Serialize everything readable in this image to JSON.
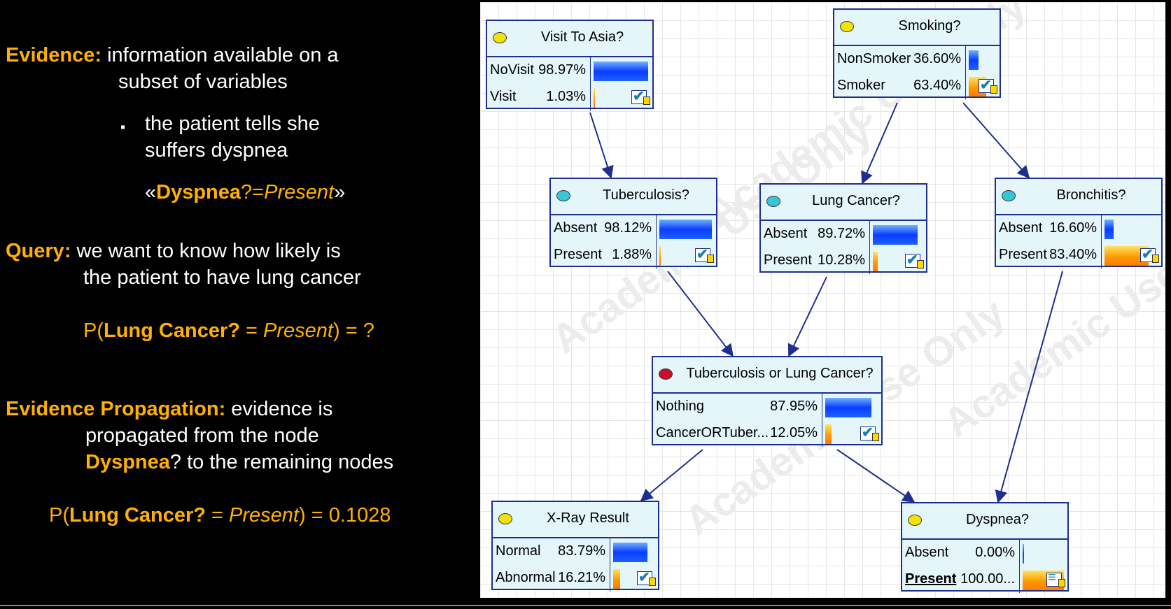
{
  "left": {
    "evidence_label": "Evidence:",
    "evidence_text_1": "information available on a",
    "evidence_text_2": "subset of variables",
    "bullet_char": "▪",
    "bullet_text_1": "the patient tells she",
    "bullet_text_2": "suffers dyspnea",
    "ev_open": "«",
    "ev_var": "Dyspnea",
    "ev_q": "?=",
    "ev_val": "Present",
    "ev_close": "»",
    "query_label": "Query:",
    "query_text_1": "we want to know how likely is",
    "query_text_2": "the patient to have lung cancer",
    "q_p": "P(",
    "q_var": "Lung Cancer?",
    "q_eq": " = ",
    "q_val": "Present",
    "q_end": ") = ?",
    "prop_label": "Evidence Propagation:",
    "prop_text_1": " evidence is",
    "prop_text_2": "propagated from the node",
    "prop_var": "Dyspnea",
    "prop_text_3": "? to the remaining nodes",
    "r_p": "P(",
    "r_var": "Lung Cancer?",
    "r_eq": " = ",
    "r_val": "Present",
    "r_end": ") = 0.1028"
  },
  "diagram": {
    "watermark": "Academic Use Only",
    "nodes": [
      {
        "title": "Visit To Asia?",
        "oval_color": "#f1e20a",
        "states": [
          {
            "label": "NoVisit",
            "pct": "98.97%",
            "value": 98.97,
            "color": "blue"
          },
          {
            "label": "Visit",
            "pct": "1.03%",
            "value": 1.03,
            "color": "orange"
          }
        ]
      },
      {
        "title": "Smoking?",
        "oval_color": "#f1e20a",
        "states": [
          {
            "label": "NonSmoker",
            "pct": "36.60%",
            "value": 36.6,
            "color": "blue"
          },
          {
            "label": "Smoker",
            "pct": "63.40%",
            "value": 63.4,
            "color": "orange"
          }
        ]
      },
      {
        "title": "Tuberculosis?",
        "oval_color": "#36c6d6",
        "states": [
          {
            "label": "Absent",
            "pct": "98.12%",
            "value": 98.12,
            "color": "blue"
          },
          {
            "label": "Present",
            "pct": "1.88%",
            "value": 1.88,
            "color": "orange"
          }
        ]
      },
      {
        "title": "Lung Cancer?",
        "oval_color": "#36c6d6",
        "states": [
          {
            "label": "Absent",
            "pct": "89.72%",
            "value": 89.72,
            "color": "blue"
          },
          {
            "label": "Present",
            "pct": "10.28%",
            "value": 10.28,
            "color": "orange"
          }
        ]
      },
      {
        "title": "Bronchitis?",
        "oval_color": "#36c6d6",
        "states": [
          {
            "label": "Absent",
            "pct": "16.60%",
            "value": 16.6,
            "color": "blue"
          },
          {
            "label": "Present",
            "pct": "83.40%",
            "value": 83.4,
            "color": "orange"
          }
        ]
      },
      {
        "title": "Tuberculosis or Lung Cancer?",
        "oval_color": "#c8102e",
        "states": [
          {
            "label": "Nothing",
            "pct": "87.95%",
            "value": 87.95,
            "color": "blue"
          },
          {
            "label": "CancerORTuber...",
            "pct": "12.05%",
            "value": 12.05,
            "color": "orange"
          }
        ]
      },
      {
        "title": "X-Ray Result",
        "oval_color": "#f1e20a",
        "states": [
          {
            "label": "Normal",
            "pct": "83.79%",
            "value": 83.79,
            "color": "blue"
          },
          {
            "label": "Abnormal",
            "pct": "16.21%",
            "value": 16.21,
            "color": "orange"
          }
        ]
      },
      {
        "title": "Dyspnea?",
        "oval_color": "#f1e20a",
        "states": [
          {
            "label": "Absent",
            "pct": "0.00%",
            "value": 0.0,
            "color": "blue"
          },
          {
            "label": "Present",
            "pct": "100.00...",
            "value": 100.0,
            "color": "orange"
          }
        ]
      }
    ]
  }
}
